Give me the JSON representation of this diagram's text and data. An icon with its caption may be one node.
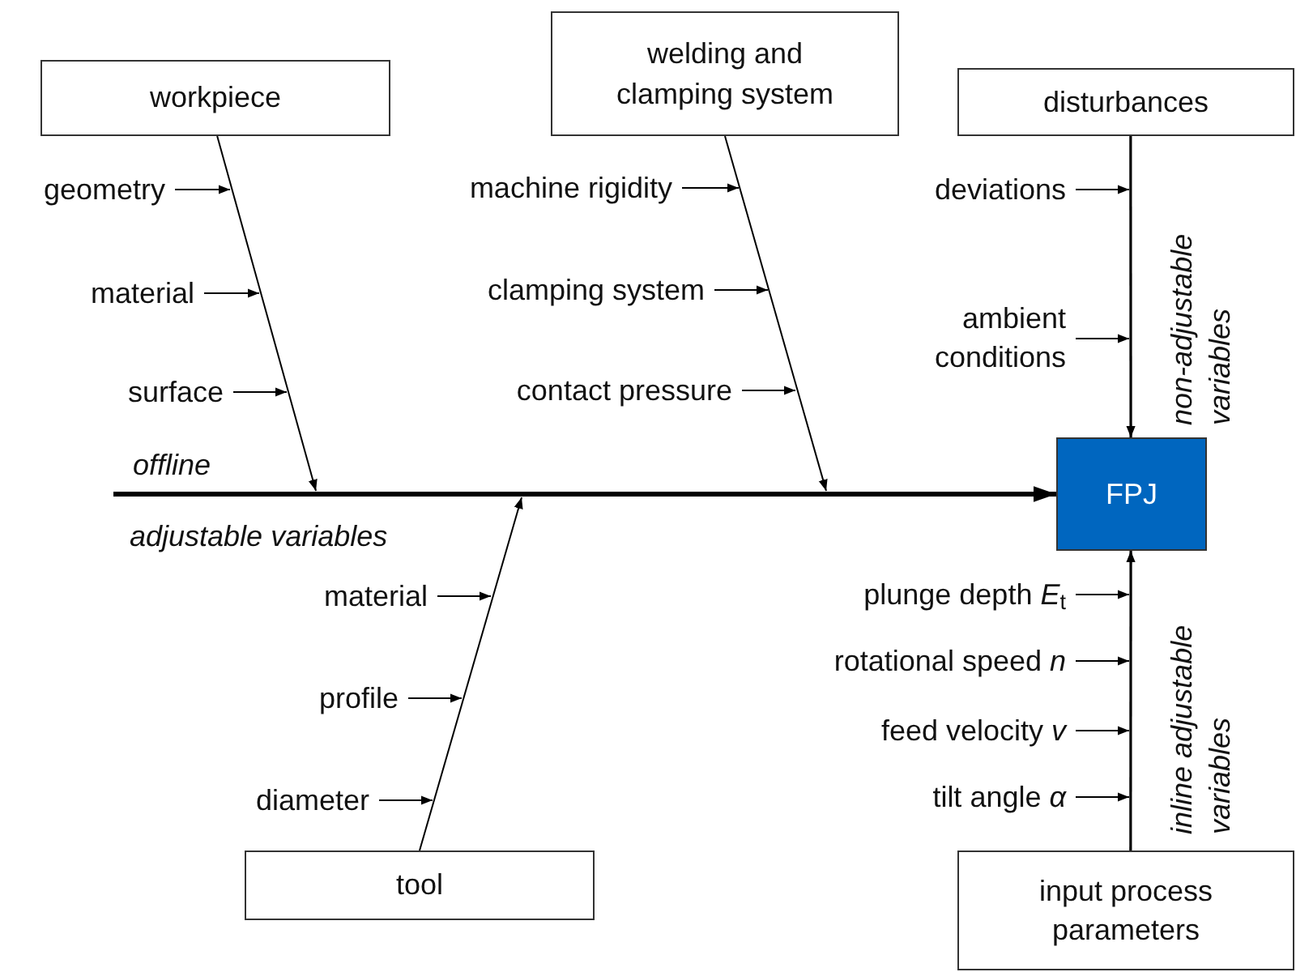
{
  "diagram": {
    "nodes": [
      {
        "text": [
          "workpiece"
        ]
      },
      {
        "text": [
          "welding and clamping system"
        ]
      },
      {
        "text": [
          "disturbances"
        ]
      },
      {
        "text": [
          "geometry"
        ]
      },
      {
        "text": [
          "machine rigidity"
        ]
      },
      {
        "text": [
          "deviations"
        ]
      },
      {
        "text": [
          "material"
        ]
      },
      {
        "text": [
          "clamping system"
        ]
      },
      {
        "text": [
          "ambient conditions"
        ]
      },
      {
        "text": [
          "surface"
        ]
      },
      {
        "text": [
          "contact pressure"
        ]
      },
      {
        "text": [
          "FPJ"
        ]
      },
      {
        "text": [
          "plunge depth *E*$_{t}$"
        ]
      },
      {
        "text": [
          "material"
        ]
      },
      {
        "text": [
          "rotational speed *n*"
        ]
      },
      {
        "text": [
          "profile"
        ]
      },
      {
        "text": [
          "feed velocity *v*"
        ]
      },
      {
        "text": [
          "tilt angle *α*"
        ]
      },
      {
        "text": [
          "diameter"
        ]
      },
      {
        "text": [
          "tool"
        ]
      },
      {
        "text": [
          "input process parameters"
        ]
      }
    ],
    "edges": [
      {
        "from": null,
        "to": 11,
        "arrow": "to",
        "style": "thick"
      },
      {
        "from": 0,
        "to": null,
        "arrow": "to"
      },
      {
        "from": 1,
        "to": null,
        "arrow": "to"
      },
      {
        "from": 19,
        "to": null,
        "arrow": "to"
      },
      {
        "from": 2,
        "to": 11,
        "arrow": "to"
      },
      {
        "from": 20,
        "to": 11,
        "arrow": "to"
      },
      {
        "from": 3,
        "to": null,
        "arrow": "to"
      },
      {
        "from": 6,
        "to": null,
        "arrow": "to"
      },
      {
        "from": 9,
        "to": null,
        "arrow": "to"
      },
      {
        "from": 4,
        "to": null,
        "arrow": "to"
      },
      {
        "from": 7,
        "to": null,
        "arrow": "to"
      },
      {
        "from": 10,
        "to": null,
        "arrow": "to"
      },
      {
        "from": 5,
        "to": null,
        "arrow": "to"
      },
      {
        "from": 8,
        "to": null,
        "arrow": "to"
      },
      {
        "from": 13,
        "to": null,
        "arrow": "to"
      },
      {
        "from": 15,
        "to": null,
        "arrow": "to"
      },
      {
        "from": 18,
        "to": null,
        "arrow": "to"
      },
      {
        "from": 12,
        "to": null,
        "arrow": "to"
      },
      {
        "from": 14,
        "to": null,
        "arrow": "to"
      },
      {
        "from": 16,
        "to": null,
        "arrow": "to"
      },
      {
        "from": 17,
        "to": null,
        "arrow": "to"
      }
    ],
    "labels": [
      "offline",
      "adjustable variables",
      "non-adjustable variables",
      "inline adjustable variables"
    ]
  }
}
